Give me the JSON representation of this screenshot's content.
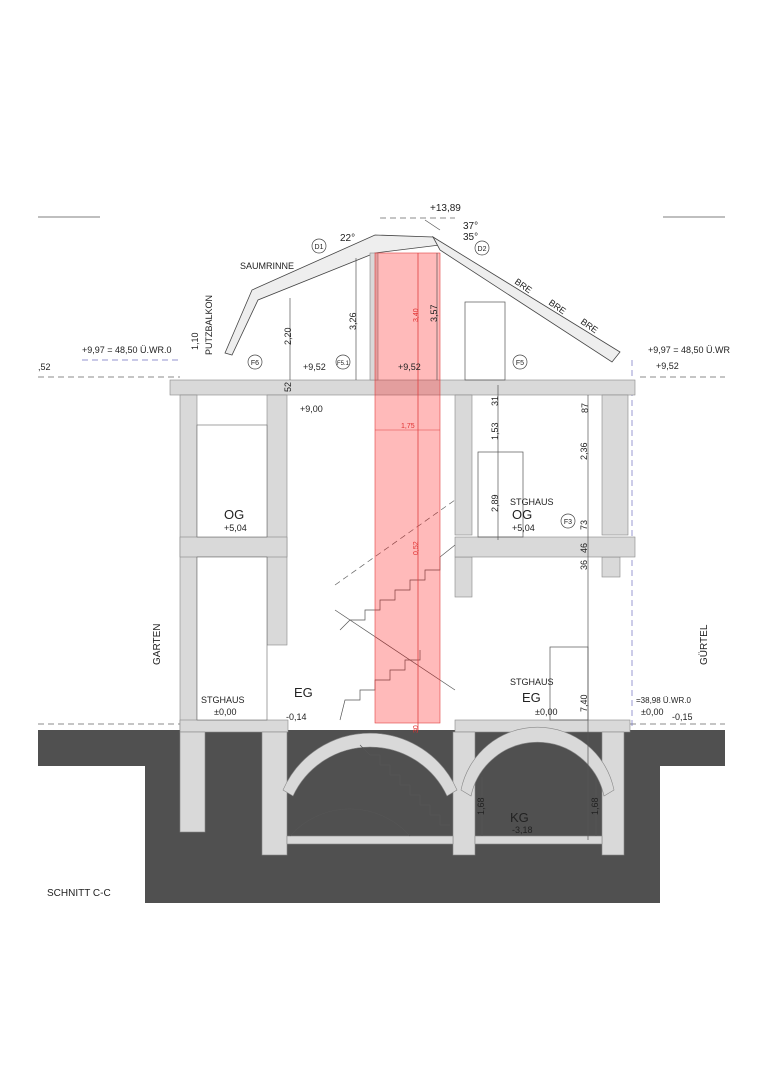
{
  "title": "SCHNITT C-C",
  "colors": {
    "ground": "#505050",
    "wall": "#d9d9d9",
    "highlight": "#ff0000"
  },
  "sides": {
    "left": "GARTEN",
    "right": "GÜRTEL"
  },
  "roof": {
    "ridge_level": "+13,89",
    "angle_left": "22°",
    "angle_right_1": "37°",
    "angle_right_2": "35°",
    "saumrinne": "SAUMRINNE",
    "putzbalkon": "PUTZBALKON",
    "d1": "D1",
    "d2": "D2",
    "bre": "BRE"
  },
  "levels": {
    "eaves_left": "+9,97 = 48,50 Ü.WR.0",
    "eaves_right": "+9,97 = 48,50 Ü.WR",
    "left_edge": ",52",
    "attic_left": "+9,52",
    "attic_mid": "+9,52",
    "attic_right": "+9,52",
    "ceiling": "+9,00",
    "og_left": "+5,04",
    "og_right": "+5,04",
    "eg_left": "±0,00",
    "eg_mid": "-0,14",
    "eg_right": "±0,00",
    "outside_right": "±0,00",
    "outside_right_2": "-0,15",
    "street": "=38,98 Ü.WR.0",
    "kg": "-3,18"
  },
  "rooms": {
    "og": "OG",
    "eg": "EG",
    "kg": "KG",
    "stghaus": "STGHAUS"
  },
  "markers": {
    "f6": "F6",
    "f51": "F5.1",
    "f5": "F5",
    "f3": "F3"
  },
  "dimensions": {
    "d110": "1,10",
    "d220": "2,20",
    "d326": "3,26",
    "d357": "3,57",
    "d52": "52",
    "d31": "31",
    "d153": "1,53",
    "d289": "2,89",
    "d87": "87",
    "d236": "2,36",
    "d73": "73",
    "d46": "46",
    "d36": "36",
    "d740": "7,40",
    "d168a": "1,68",
    "d168b": "1,68"
  },
  "highlight_dims": {
    "height": "3,40",
    "width": "1,75",
    "stair": "0,52",
    "base": "30"
  }
}
